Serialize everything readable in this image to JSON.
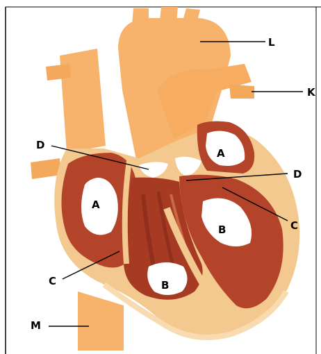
{
  "diagram": {
    "labels": {
      "L": "L",
      "K": "K",
      "D_left": "D",
      "D_right": "D",
      "C_right": "C",
      "C_left": "C",
      "M": "M"
    },
    "chamber_labels": {
      "A_upper_right": "A",
      "A_left": "A",
      "B_right": "B",
      "B_bottom": "B"
    }
  },
  "colors": {
    "vessel": "#f7b36b",
    "vessel_dark": "#e89a4e",
    "wall": "#f3c98f",
    "muscle": "#b3442a",
    "muscle_dark": "#8f2f1c",
    "chamber": "#ffffff",
    "frame": "#000000"
  }
}
